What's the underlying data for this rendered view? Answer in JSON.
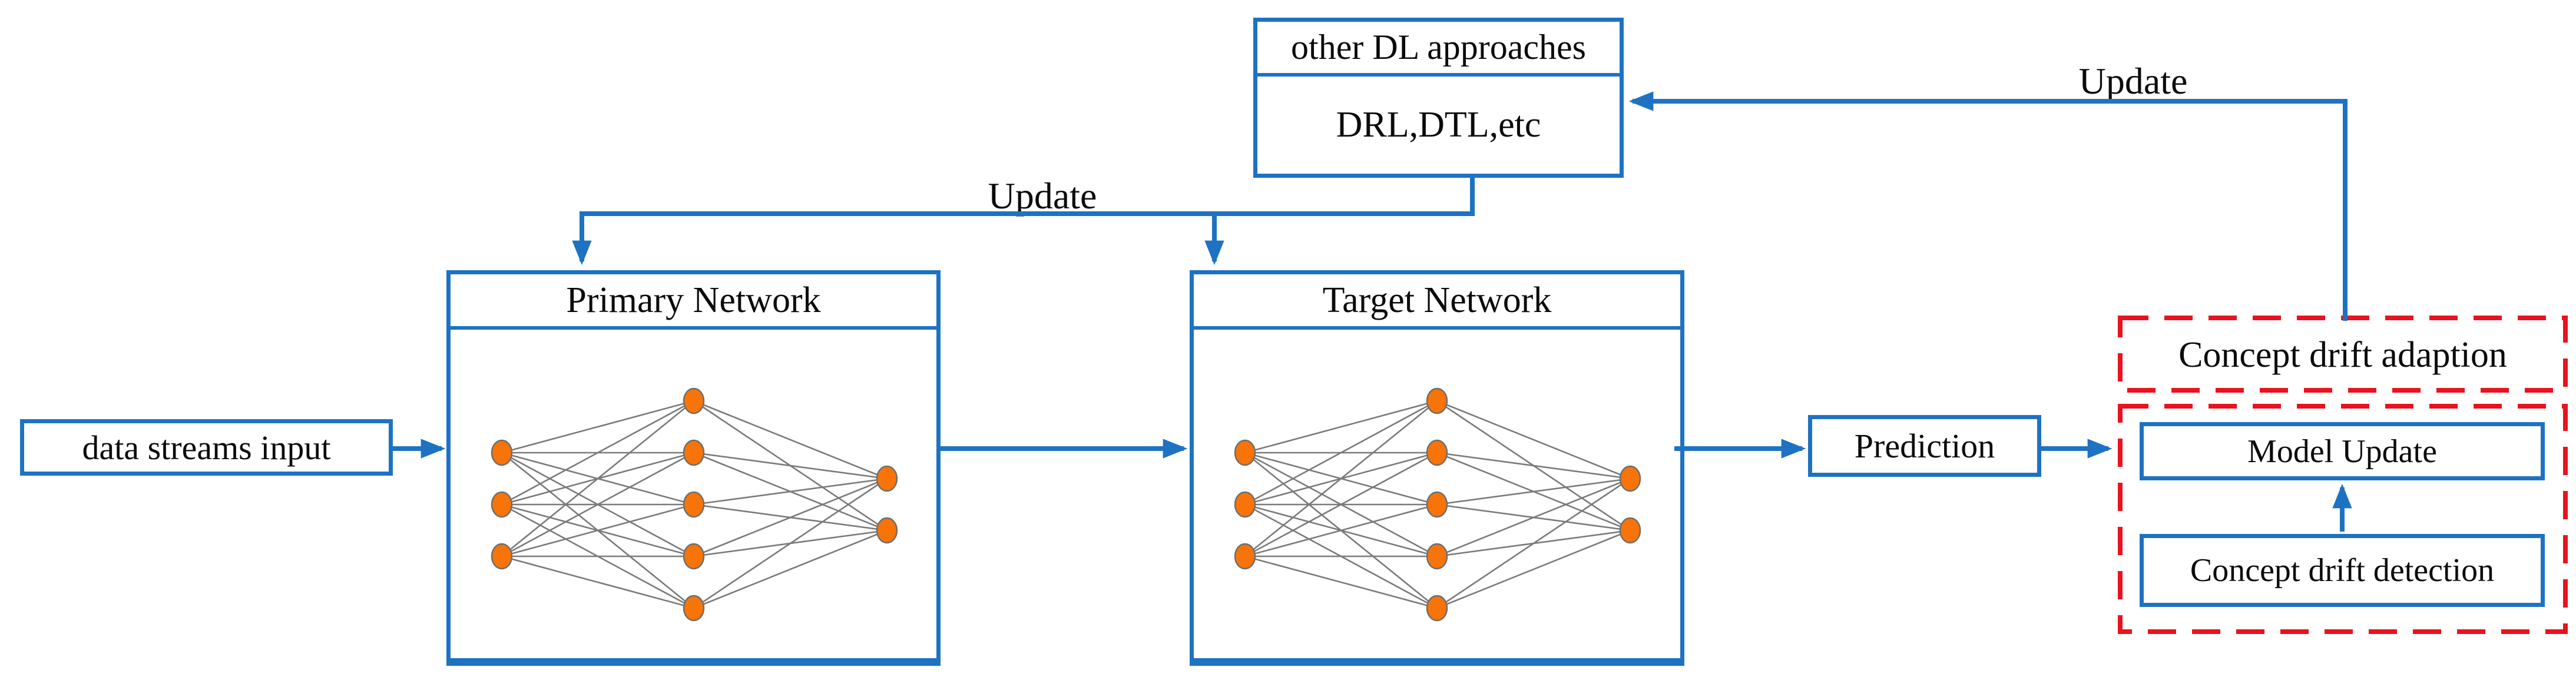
{
  "figure": {
    "colors": {
      "accent_blue": "#1e72c2",
      "dashed_red": "#e8131f",
      "node_orange": "#f87408",
      "node_border": "#6e6e6e",
      "edge_gray": "#7a7a7a",
      "text_black": "#0b0b0b",
      "bg": "#ffffff"
    },
    "input_box": {
      "label": "data streams input"
    },
    "primary_network": {
      "title": "Primary Network"
    },
    "target_network": {
      "title": "Target Network"
    },
    "other_dl_box": {
      "title": "other DL approaches",
      "body": "DRL,DTL,etc"
    },
    "prediction_box": {
      "label": "Prediction"
    },
    "adaption_group": {
      "label": "Concept drift adaption",
      "model_update_box": {
        "label": "Model Update"
      },
      "detection_box": {
        "label": "Concept drift detection"
      }
    },
    "arrow_labels": {
      "update_top_left": "Update",
      "update_top_right": "Update"
    },
    "networks": {
      "layers": [
        3,
        5,
        2
      ]
    }
  }
}
